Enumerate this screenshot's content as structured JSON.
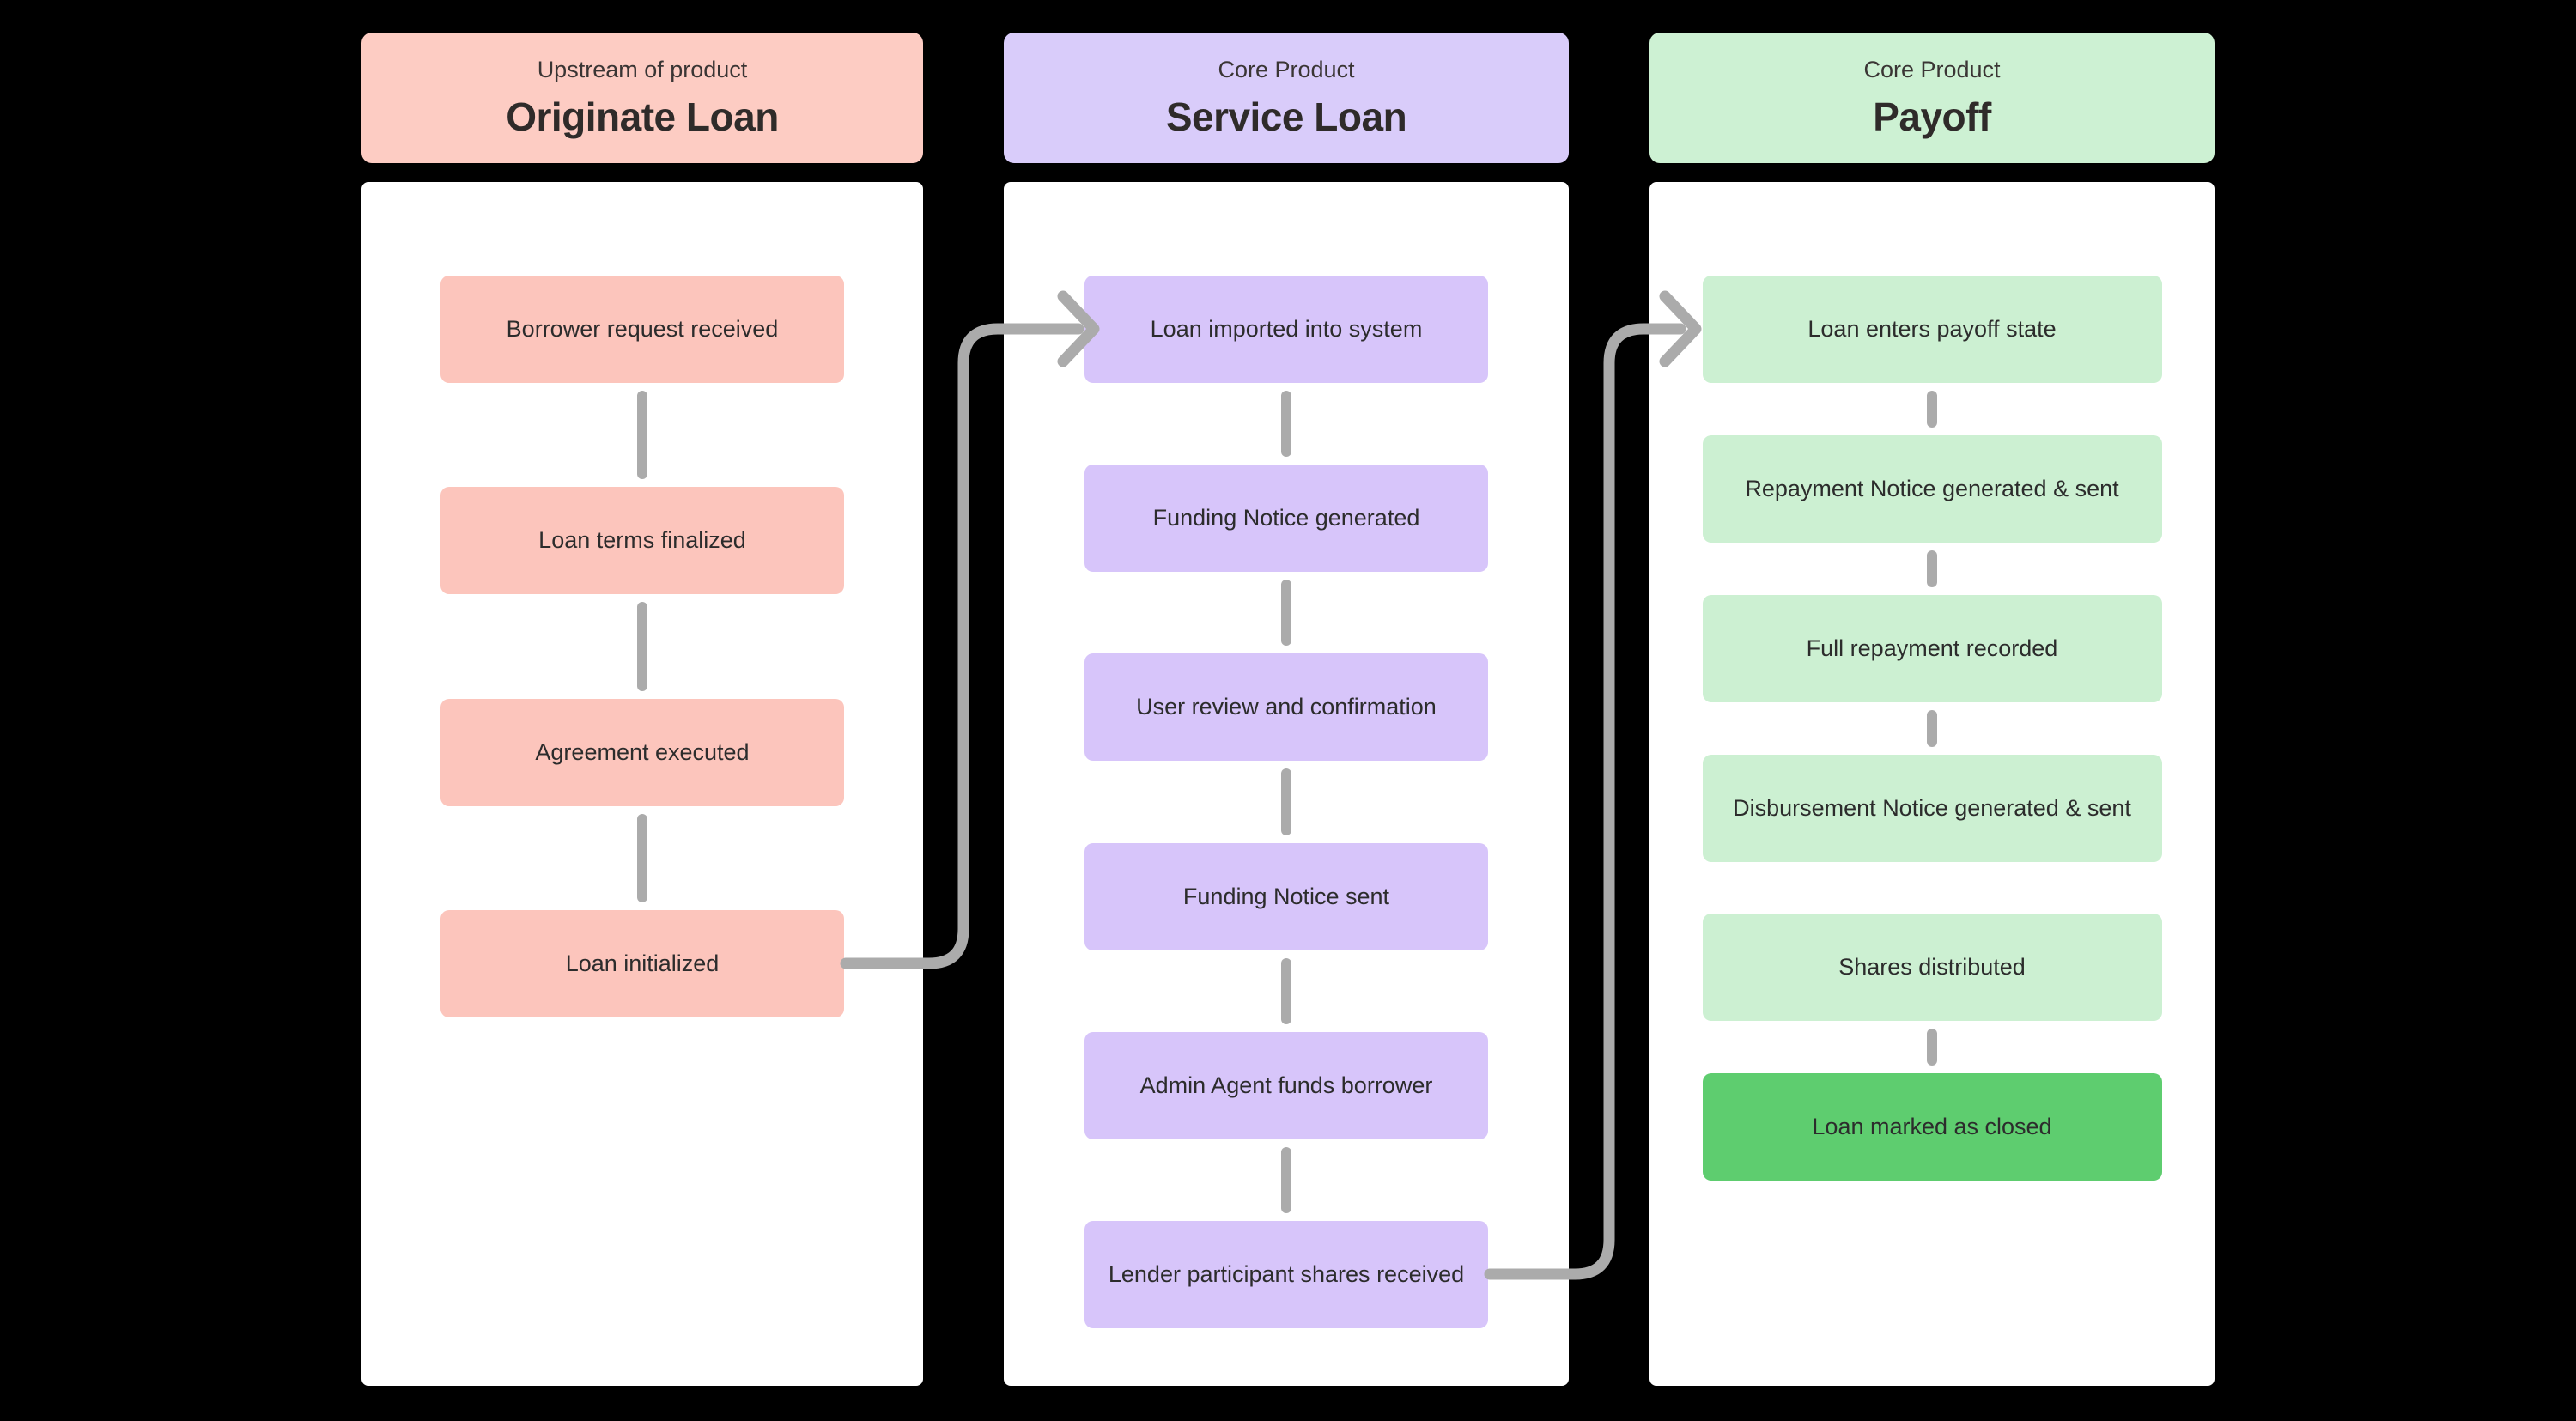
{
  "background": "#000000",
  "connector_color": "#ababab",
  "text_colors": {
    "header_subtitle": "#3a3534",
    "header_title": "#2f2b2a",
    "step_label": "#2c2c2c"
  },
  "columns": [
    {
      "id": "originate-loan",
      "header": {
        "subtitle": "Upstream of product",
        "title": "Originate Loan",
        "bg": "#fdccc3"
      },
      "box_bg": "#fcc5bc",
      "steps": [
        {
          "label": "Borrower request received",
          "connector_below": true
        },
        {
          "label": "Loan terms finalized",
          "connector_below": true
        },
        {
          "label": "Agreement executed",
          "connector_below": true
        },
        {
          "label": "Loan initialized",
          "connector_below": false
        }
      ]
    },
    {
      "id": "service-loan",
      "header": {
        "subtitle": "Core Product",
        "title": "Service Loan",
        "bg": "#d9ccfa"
      },
      "box_bg": "#d7c5fa",
      "steps": [
        {
          "label": "Loan imported into system",
          "connector_below": true
        },
        {
          "label": "Funding Notice generated",
          "connector_below": true
        },
        {
          "label": "User review and confirmation",
          "connector_below": true
        },
        {
          "label": "Funding Notice sent",
          "connector_below": true
        },
        {
          "label": "Admin Agent funds borrower",
          "connector_below": true
        },
        {
          "label": "Lender participant shares received",
          "connector_below": false
        }
      ]
    },
    {
      "id": "payoff",
      "header": {
        "subtitle": "Core Product",
        "title": "Payoff",
        "bg": "#cdf1d3"
      },
      "box_bg": "#ccf0d2",
      "steps": [
        {
          "label": "Loan enters payoff state",
          "connector_below": true
        },
        {
          "label": "Repayment Notice generated & sent",
          "connector_below": true
        },
        {
          "label": "Full repayment recorded",
          "connector_below": true
        },
        {
          "label": "Disbursement Notice generated & sent",
          "connector_below": false
        },
        {
          "label": "Shares distributed",
          "connector_below": true
        },
        {
          "label": "Loan marked as closed",
          "connector_below": false,
          "bg": "#5ecd6f"
        }
      ]
    }
  ],
  "arrows": [
    {
      "id": "originate-to-service",
      "from": "Loan initialized",
      "to": "Loan imported into system"
    },
    {
      "id": "service-to-payoff",
      "from": "Lender participant shares received",
      "to": "Loan enters payoff state"
    }
  ]
}
